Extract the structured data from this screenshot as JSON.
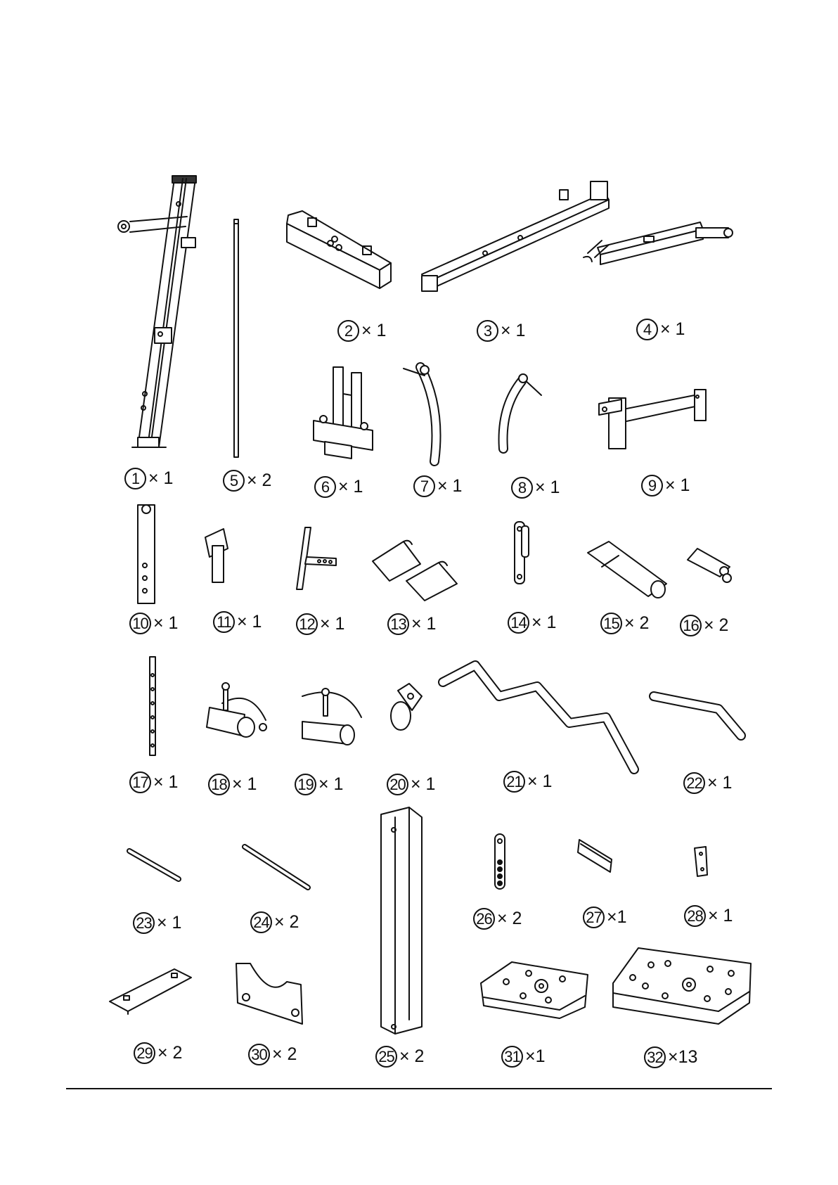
{
  "parts": [
    {
      "num": "1",
      "qty": "× 1"
    },
    {
      "num": "2",
      "qty": "× 1"
    },
    {
      "num": "3",
      "qty": "× 1"
    },
    {
      "num": "4",
      "qty": "× 1"
    },
    {
      "num": "5",
      "qty": "× 2"
    },
    {
      "num": "6",
      "qty": "× 1"
    },
    {
      "num": "7",
      "qty": "× 1"
    },
    {
      "num": "8",
      "qty": "× 1"
    },
    {
      "num": "9",
      "qty": "× 1"
    },
    {
      "num": "10",
      "qty": "× 1"
    },
    {
      "num": "11",
      "qty": "× 1"
    },
    {
      "num": "12",
      "qty": "× 1"
    },
    {
      "num": "13",
      "qty": "× 1"
    },
    {
      "num": "14",
      "qty": "× 1"
    },
    {
      "num": "15",
      "qty": "× 2"
    },
    {
      "num": "16",
      "qty": "× 2"
    },
    {
      "num": "17",
      "qty": "× 1"
    },
    {
      "num": "18",
      "qty": "× 1"
    },
    {
      "num": "19",
      "qty": "× 1"
    },
    {
      "num": "20",
      "qty": "× 1"
    },
    {
      "num": "21",
      "qty": "× 1"
    },
    {
      "num": "22",
      "qty": "× 1"
    },
    {
      "num": "23",
      "qty": "× 1"
    },
    {
      "num": "24",
      "qty": "× 2"
    },
    {
      "num": "25",
      "qty": "× 2"
    },
    {
      "num": "26",
      "qty": "× 2"
    },
    {
      "num": "27",
      "qty": "×1"
    },
    {
      "num": "28",
      "qty": "× 1"
    },
    {
      "num": "29",
      "qty": "× 2"
    },
    {
      "num": "30",
      "qty": "× 2"
    },
    {
      "num": "31",
      "qty": "×1"
    },
    {
      "num": "32",
      "qty": "×13"
    }
  ]
}
